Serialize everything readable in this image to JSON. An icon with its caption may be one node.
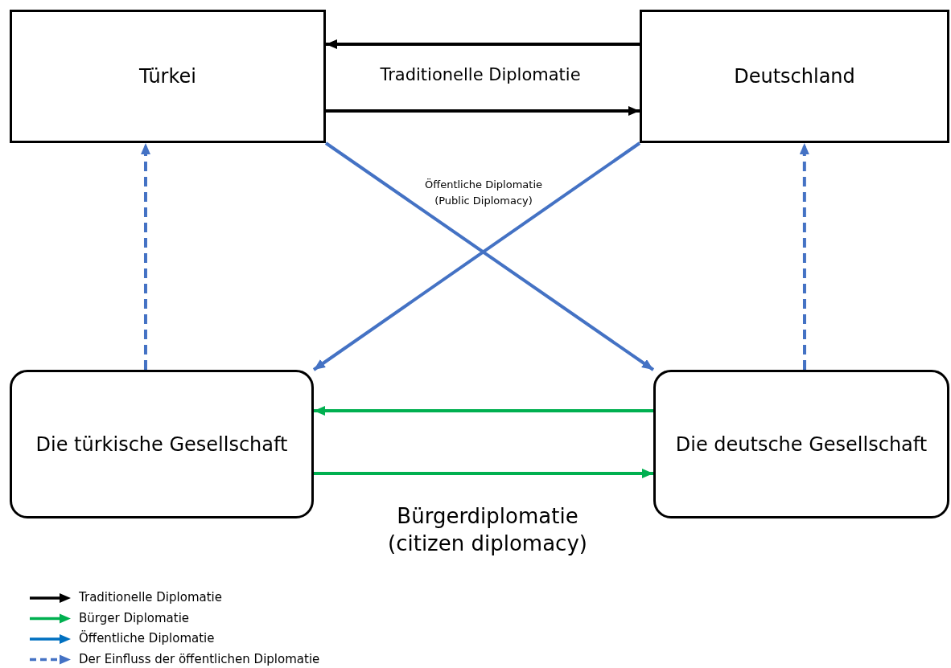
{
  "diagram": {
    "nodes": [
      {
        "text": [
          "Türkei"
        ]
      },
      {
        "text": [
          "Deutschland"
        ]
      },
      {
        "text": [
          "Die türkische Gesellschaft"
        ]
      },
      {
        "text": [
          "Die deutsche Gesellschaft"
        ]
      }
    ],
    "edges": [
      {
        "from": 1,
        "to": 0,
        "arrow": "to",
        "color": "#000000",
        "label": "Traditionelle Diplomatie"
      },
      {
        "from": 0,
        "to": 1,
        "arrow": "to",
        "color": "#000000"
      },
      {
        "from": 0,
        "to": 3,
        "arrow": "to"
      },
      {
        "from": 1,
        "to": 2,
        "arrow": "to"
      },
      {
        "from": 2,
        "to": 0,
        "arrow": "to",
        "style": "dashed"
      },
      {
        "from": 3,
        "to": 1,
        "arrow": "to",
        "style": "dashed"
      },
      {
        "from": 3,
        "to": 2,
        "arrow": "to",
        "color": "#00b050"
      },
      {
        "from": 2,
        "to": 3,
        "arrow": "to",
        "color": "#00b050",
        "label": "Bürgerdiplomatie (citizen diplomacy)"
      }
    ],
    "labels": [
      "Öffentliche Diplomatie (Public Diplomacy)"
    ],
    "legend": [
      {
        "text": "Traditionelle Diplomatie"
      },
      {
        "text": "Bürger Diplomatie"
      },
      {
        "text": "Öffentliche Diplomatie"
      },
      {
        "text": "Der Einfluss der öffentlichen Diplomatie"
      }
    ]
  }
}
